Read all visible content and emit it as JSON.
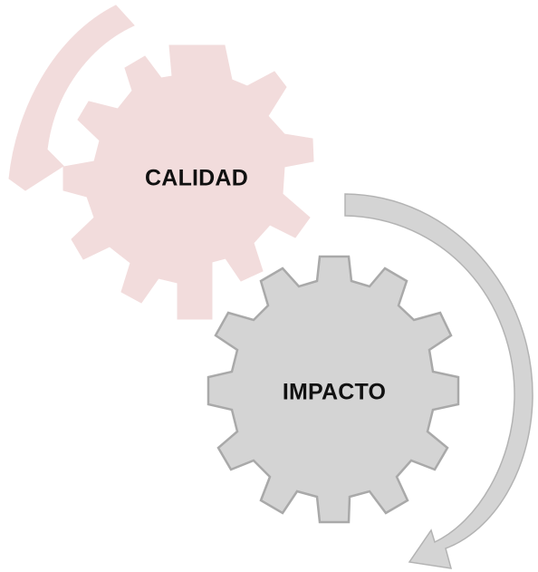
{
  "diagram": {
    "gears": [
      {
        "label": "CALIDAD",
        "fill": "#f2dcdc",
        "stroke": "#f2dcdc",
        "cycle_arrow_color": "#f2dcdc"
      },
      {
        "label": "IMPACTO",
        "fill": "#d4d4d4",
        "stroke": "#a9a9a9",
        "cycle_arrow_color": "#d4d4d4"
      }
    ],
    "arrows": [
      {
        "direction": "counter-clockwise",
        "color": "#f2dcdc"
      },
      {
        "direction": "clockwise",
        "color": "#d4d4d4",
        "stroke": "#b3b3b3"
      }
    ]
  }
}
